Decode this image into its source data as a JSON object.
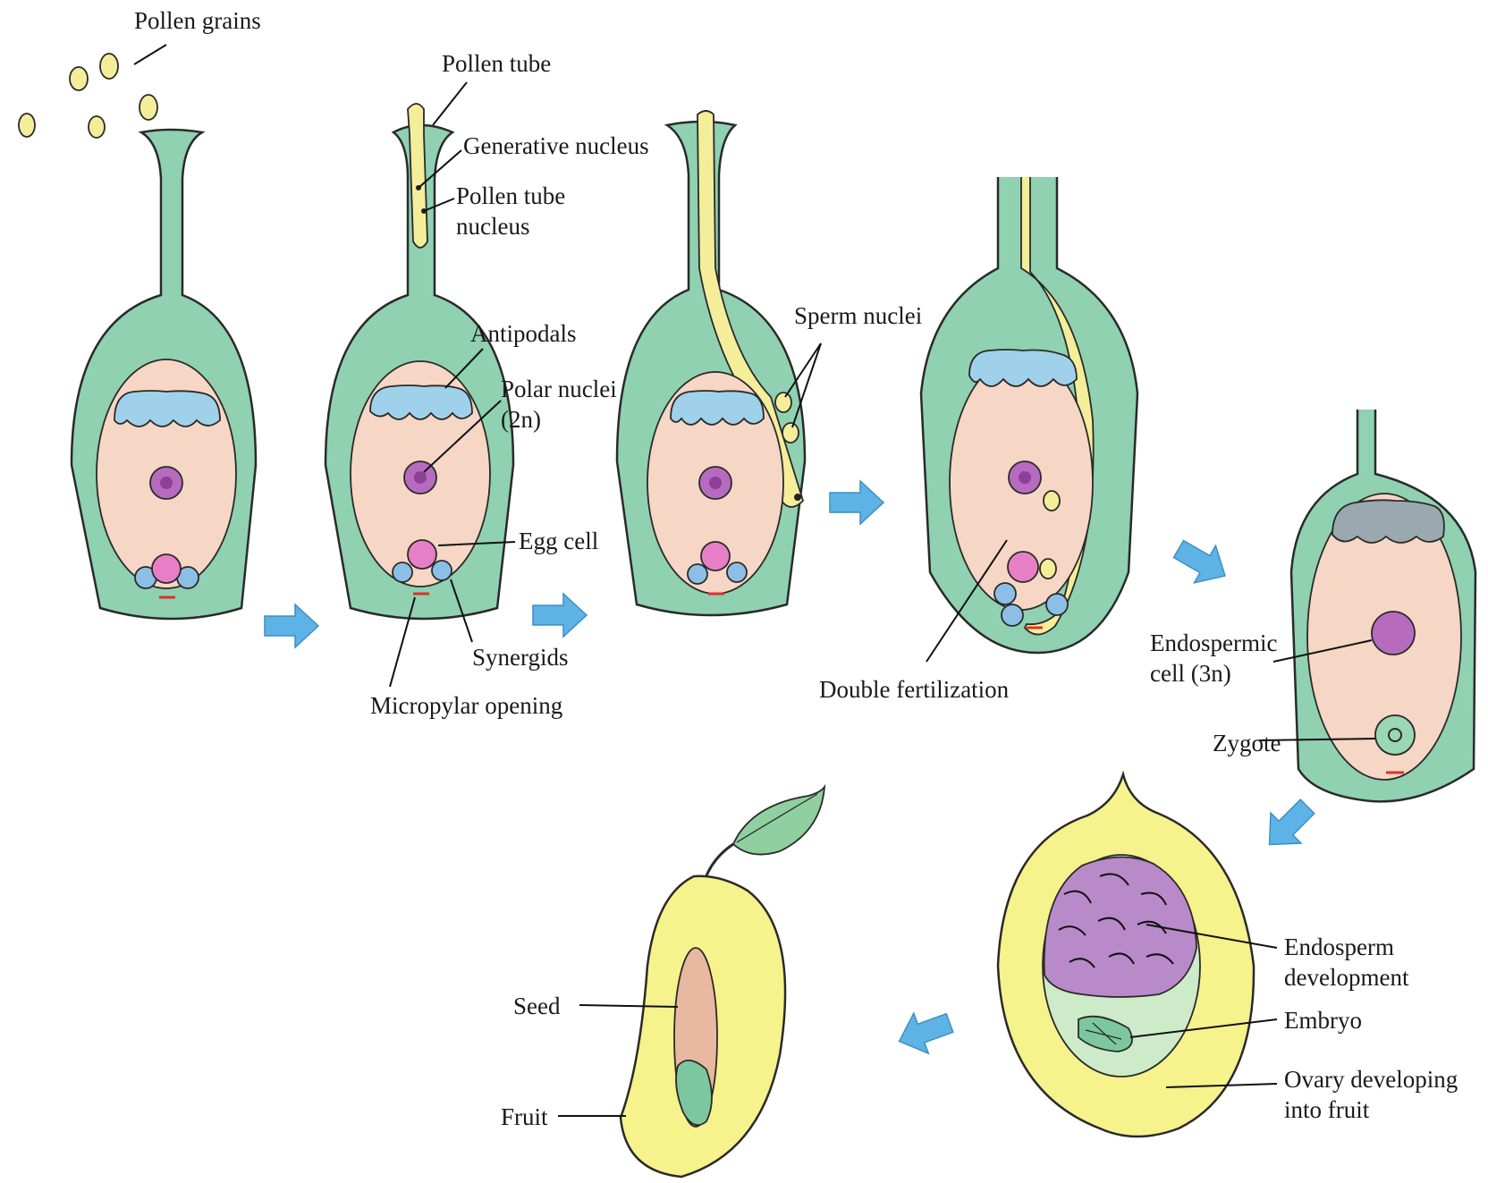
{
  "labels": {
    "pollen_grains": "Pollen grains",
    "pollen_tube": "Pollen tube",
    "generative_nucleus": "Generative nucleus",
    "pollen_tube_nucleus_1": "Pollen tube",
    "pollen_tube_nucleus_2": "nucleus",
    "antipodals": "Antipodals",
    "polar_nuclei_1": "Polar nuclei",
    "polar_nuclei_2": "(2n)",
    "egg_cell": "Egg cell",
    "synergids": "Synergids",
    "micropylar_opening": "Micropylar opening",
    "sperm_nuclei": "Sperm nuclei",
    "double_fertilization": "Double fertilization",
    "endospermic_cell_1": "Endospermic",
    "endospermic_cell_2": "cell (3n)",
    "zygote": "Zygote",
    "endosperm_development_1": "Endosperm",
    "endosperm_development_2": "development",
    "embryo": "Embryo",
    "ovary_developing_1": "Ovary developing",
    "ovary_developing_2": "into fruit",
    "seed": "Seed",
    "fruit": "Fruit"
  },
  "colors": {
    "ovary_wall": "#8fd1b0",
    "embryo_sac": "#f6d6c4",
    "antipodal": "#9fd2ea",
    "polar_nucleus": "#b76bbf",
    "egg": "#e77fc6",
    "synergid": "#8cbfe6",
    "pollen": "#f4ee9a",
    "arrow": "#5db3e6",
    "fruit": "#f6f28c",
    "endosperm": "#b98ac9",
    "micropyle": "#e0302a"
  }
}
